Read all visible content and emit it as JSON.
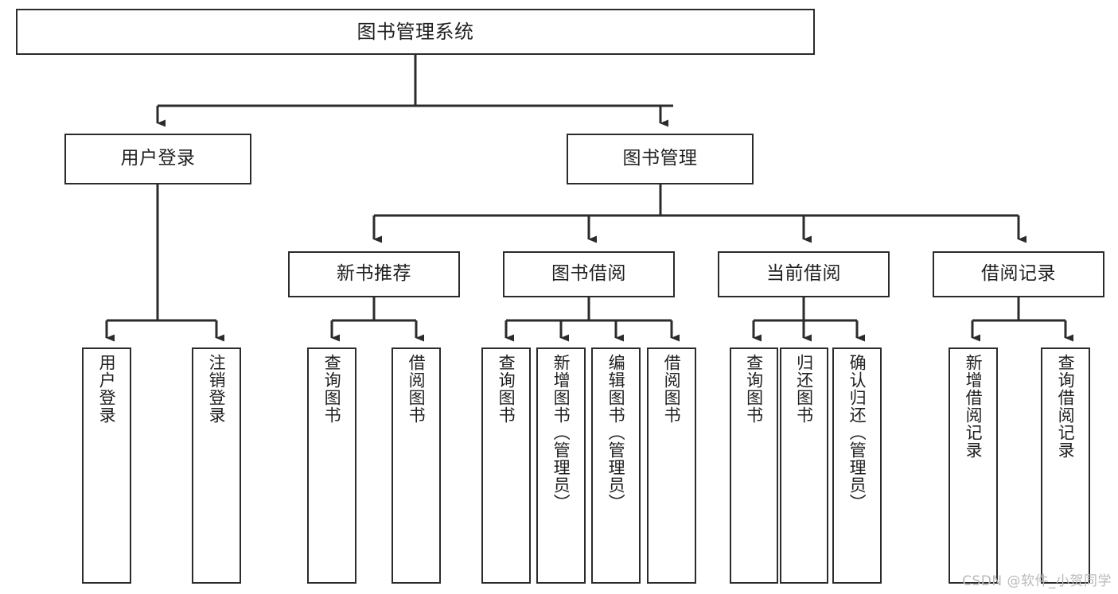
{
  "diagram": {
    "title": "图书管理系统",
    "type": "tree",
    "watermark": "CSDN @软件_小贺同学",
    "colors": {
      "box_border": "#2b2b2b",
      "box_fill": "#ffffff",
      "line": "#2b2b2b",
      "text": "#1f1f1f",
      "watermark": "#b9b9b9",
      "background": "#ffffff"
    },
    "root": {
      "label": "图书管理系统",
      "orientation": "horizontal"
    },
    "level2": [
      {
        "label": "用户登录",
        "orientation": "horizontal"
      },
      {
        "label": "图书管理",
        "orientation": "horizontal"
      }
    ],
    "level3": [
      {
        "label": "新书推荐",
        "orientation": "horizontal"
      },
      {
        "label": "图书借阅",
        "orientation": "horizontal"
      },
      {
        "label": "当前借阅",
        "orientation": "horizontal"
      },
      {
        "label": "借阅记录",
        "orientation": "horizontal"
      }
    ],
    "leaves": {
      "user_login": [
        {
          "label": "用户登录",
          "orientation": "vertical"
        },
        {
          "label": "注销登录",
          "orientation": "vertical"
        }
      ],
      "new_book_recommend": [
        {
          "label": "查询图书",
          "orientation": "vertical"
        },
        {
          "label": "借阅图书",
          "orientation": "vertical"
        }
      ],
      "book_borrow": [
        {
          "label": "查询图书",
          "orientation": "vertical"
        },
        {
          "label": "新增图书（管理员）",
          "orientation": "vertical"
        },
        {
          "label": "编辑图书（管理员）",
          "orientation": "vertical"
        },
        {
          "label": "借阅图书",
          "orientation": "vertical"
        }
      ],
      "current_borrow": [
        {
          "label": "查询图书",
          "orientation": "vertical"
        },
        {
          "label": "归还图书",
          "orientation": "vertical"
        },
        {
          "label": "确认归还（管理员）",
          "orientation": "vertical"
        }
      ],
      "borrow_record": [
        {
          "label": "新增借阅记录",
          "orientation": "vertical"
        },
        {
          "label": "查询借阅记录",
          "orientation": "vertical"
        }
      ]
    }
  }
}
